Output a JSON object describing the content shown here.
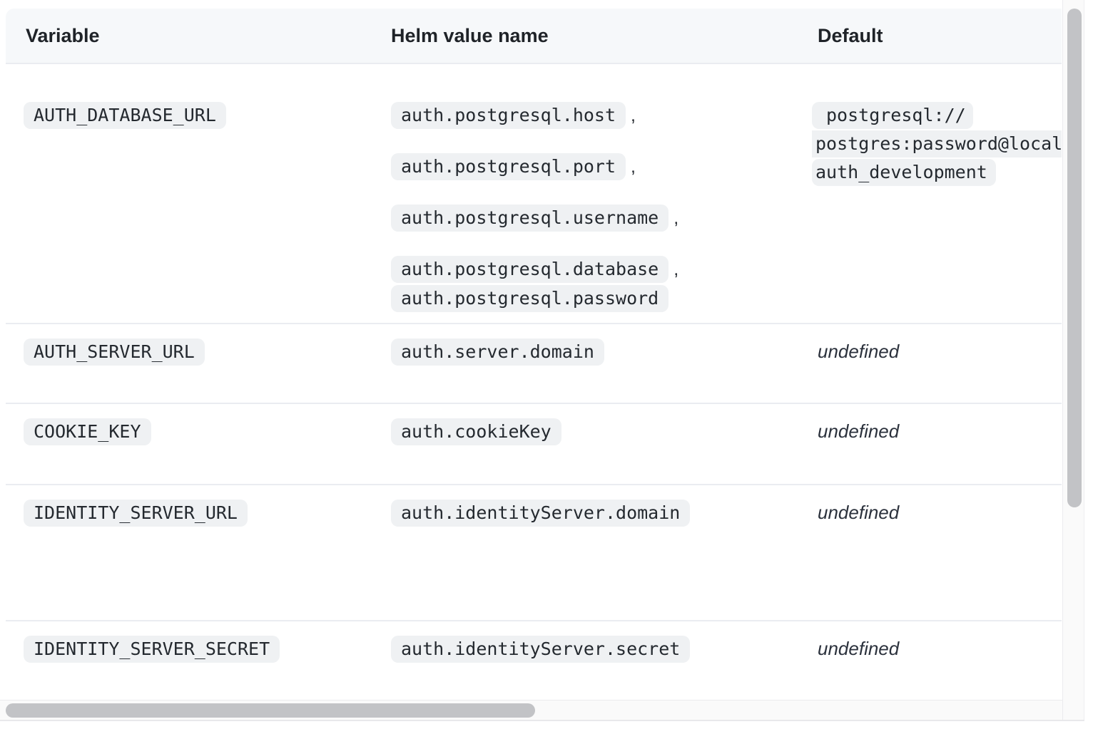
{
  "header": {
    "columns": [
      "Variable",
      "Helm value name",
      "Default"
    ]
  },
  "separator": ",",
  "rows": [
    {
      "variable": "AUTH_DATABASE_URL",
      "helm_values": [
        "auth.postgresql.host",
        "auth.postgresql.port",
        "auth.postgresql.username",
        "auth.postgresql.database",
        "auth.postgresql.password"
      ],
      "default_code_lines": [
        "postgresql://",
        "postgres:password@local",
        "auth_development"
      ]
    },
    {
      "variable": "AUTH_SERVER_URL",
      "helm_values": [
        "auth.server.domain"
      ],
      "default_text": "undefined"
    },
    {
      "variable": "COOKIE_KEY",
      "helm_values": [
        "auth.cookieKey"
      ],
      "default_text": "undefined"
    },
    {
      "variable": "IDENTITY_SERVER_URL",
      "helm_values": [
        "auth.identityServer.domain"
      ],
      "default_text": "undefined"
    },
    {
      "variable": "IDENTITY_SERVER_SECRET",
      "helm_values": [
        "auth.identityServer.secret"
      ],
      "default_text": "undefined"
    }
  ],
  "colors": {
    "header-bg": "#f6f8fa",
    "chip-bg": "#eff1f3",
    "text": "#24292f",
    "row-border": "#eaecf1",
    "scroll-thumb": "#c2c3c6",
    "scroll-track": "#fafafa"
  }
}
